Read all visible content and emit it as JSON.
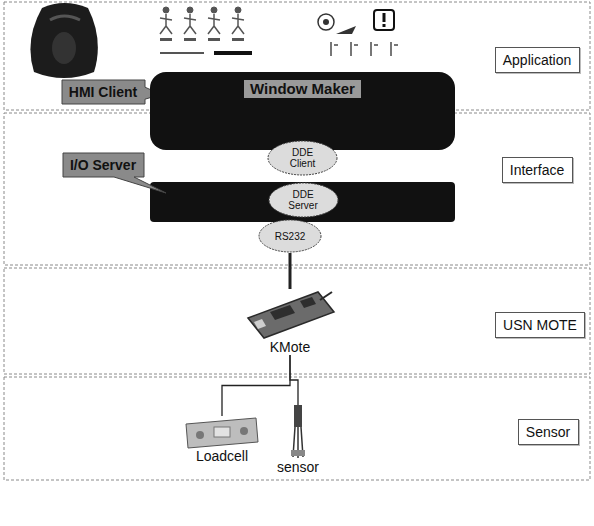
{
  "diagram": {
    "nodes": [
      {
        "text": [
          "Application"
        ]
      },
      {
        "text": [
          "HMI Client"
        ]
      },
      {
        "text": [
          "Window Maker"
        ]
      },
      {
        "text": [
          "DDE Client"
        ],
        "in": 2
      },
      {
        "text": [
          "Interface"
        ]
      },
      {
        "text": [
          "I/O Server"
        ]
      },
      {
        "text": [
          "DDE Server"
        ]
      },
      {
        "text": [
          "RS232"
        ]
      },
      {
        "text": [
          "USN MOTE"
        ]
      },
      {
        "text": [
          "KMote"
        ]
      },
      {
        "text": [
          "Sensor"
        ]
      },
      {
        "text": [
          "Loadcell"
        ]
      },
      {
        "text": [
          "sensor"
        ]
      }
    ],
    "edges": [
      {
        "from": 7,
        "to": 9,
        "arrow": "none"
      },
      {
        "from": 9,
        "to": 11,
        "arrow": "none"
      },
      {
        "from": 9,
        "to": 12,
        "arrow": "none"
      }
    ]
  }
}
